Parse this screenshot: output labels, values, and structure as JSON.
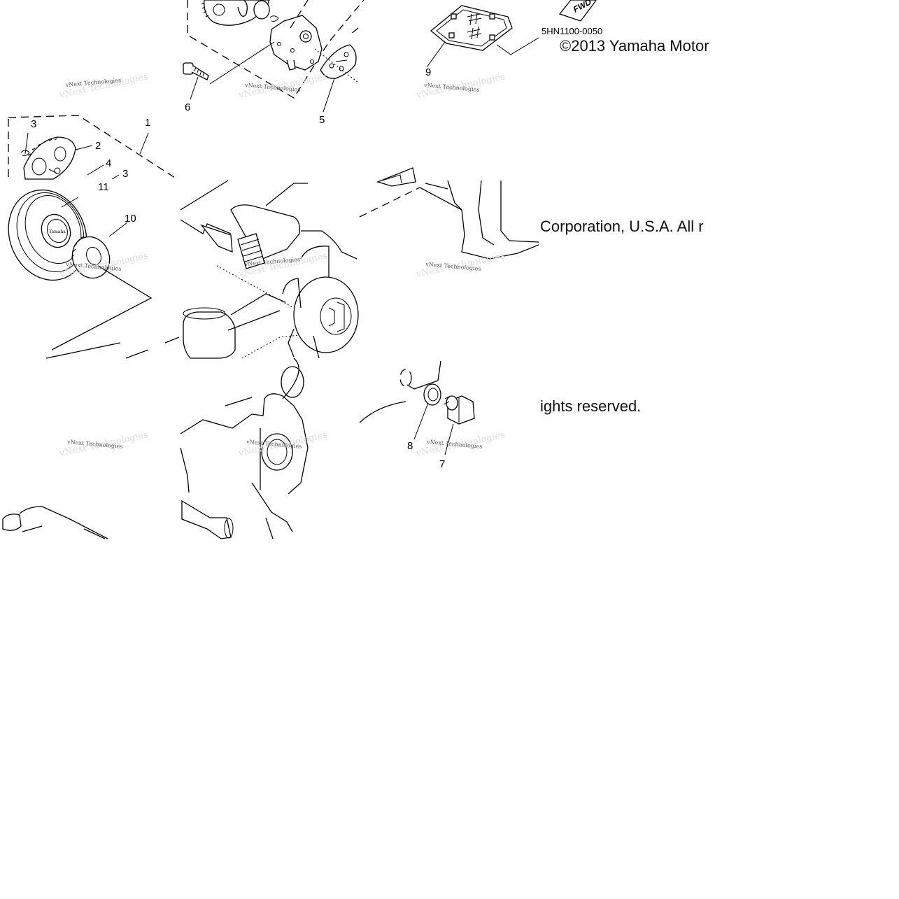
{
  "diagram": {
    "code": "5HN1100-0050",
    "copyright_lines": [
      "©2013 Yamaha Motor",
      "Corporation, U.S.A. All r",
      "ights reserved."
    ],
    "watermark_text": "vNext Technologies",
    "fwd_mark": "FWD",
    "callouts": {
      "c1": "1",
      "c2": "2",
      "c3a": "3",
      "c3b": "3",
      "c4": "4",
      "c5": "5",
      "c6": "6",
      "c7": "7",
      "c8": "8",
      "c9": "9",
      "c10": "10",
      "c11": "11"
    }
  }
}
